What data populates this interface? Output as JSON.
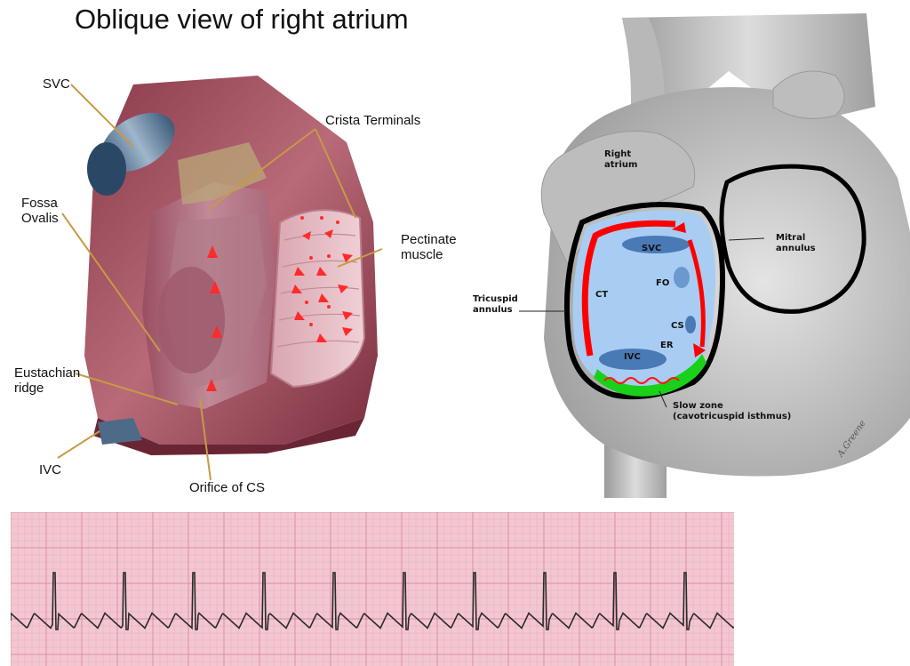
{
  "title": "Oblique view of right atrium",
  "left_figure": {
    "labels": {
      "svc": "SVC",
      "crista": "Crista Terminals",
      "fossa": "Fossa\nOvalis",
      "pectinate": "Pectinate\nmuscle",
      "eustachian": "Eustachian\nridge",
      "ivc": "IVC",
      "orifice_cs": "Orifice of CS"
    }
  },
  "right_figure": {
    "labels": {
      "right_atrium": "Right\natrium",
      "mitral": "Mitral\nannulus",
      "tricuspid": "Tricuspid\nannulus",
      "svc": "SVC",
      "fo": "FO",
      "ct": "CT",
      "cs": "CS",
      "er": "ER",
      "ivc": "IVC",
      "slow_zone": "Slow zone\n(cavotricuspid isthmus)",
      "signature": "A.Greene"
    },
    "colors": {
      "atrium_fill": "#a9cdf2",
      "circuit_arrow": "#ff0000",
      "slow_zone": "#19d119",
      "annulus": "#000000",
      "heart_gray": "#c4c4c4"
    }
  },
  "ecg": {
    "description_type": "flutter-waves",
    "paper_color": "#f3c7d2",
    "grid_color": "#d98aa0",
    "trace_color": "#2a2a2a"
  }
}
